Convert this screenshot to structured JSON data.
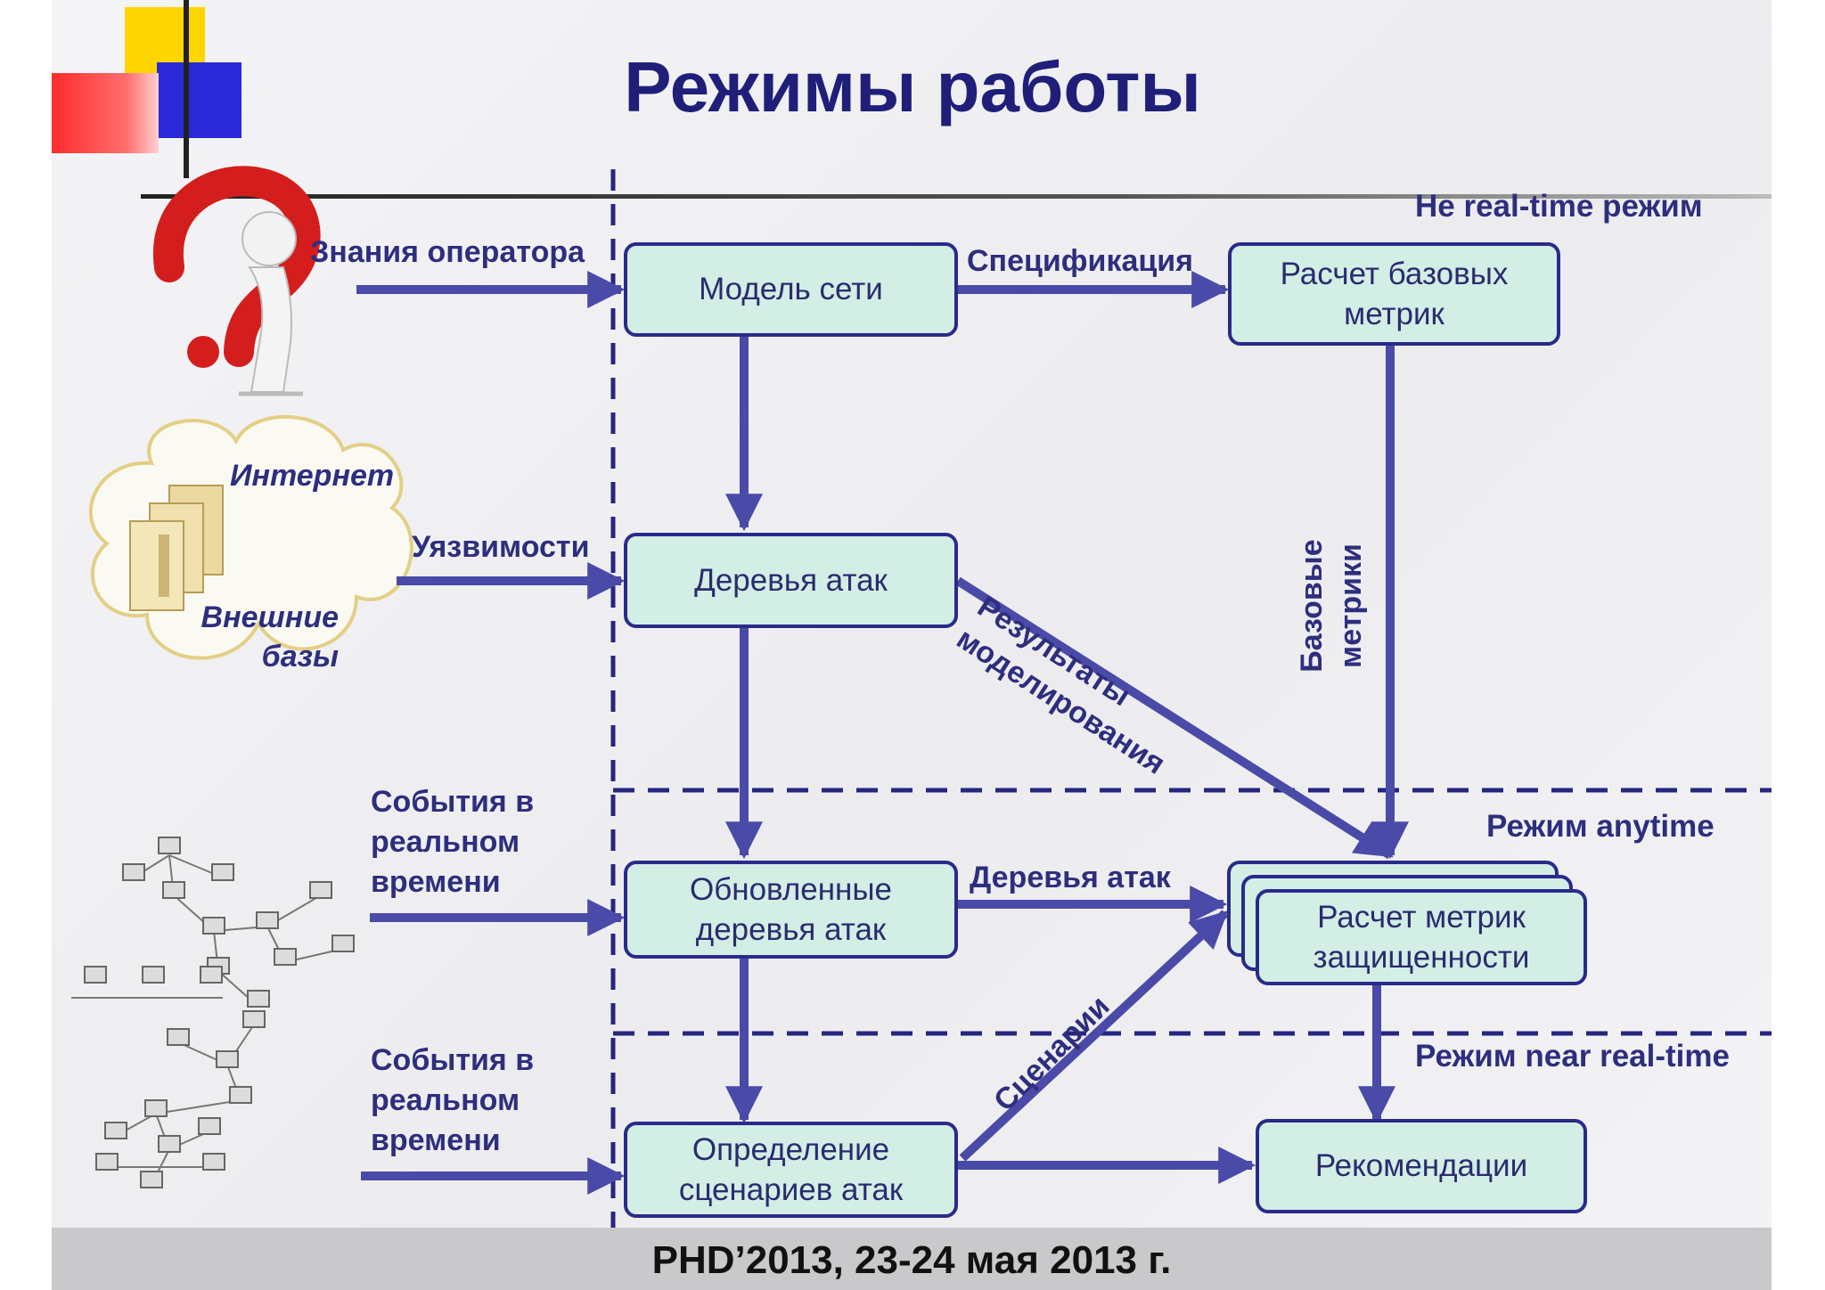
{
  "title": "Режимы работы",
  "footer": "PHD’2013, 23-24 мая 2013 г.",
  "zones": {
    "non_realtime": "Не real-time режим",
    "anytime": "Режим anytime",
    "near_realtime": "Режим near real-time"
  },
  "boxes": {
    "network_model": "Модель сети",
    "base_metrics_calc": "Расчет базовых метрик",
    "attack_trees": "Деревья атак",
    "updated_trees": "Обновленные деревья атак",
    "security_metrics": "Расчет метрик защищенности",
    "scenario_detection": "Определение сценариев атак",
    "recommendations": "Рекомендации"
  },
  "labels": {
    "operator_knowledge": "Знания оператора",
    "specification": "Спецификация",
    "internet": "Интернет",
    "vulnerabilities": "Уязвимости",
    "external_bases": "Внешние базы",
    "modeling_results": "Результаты моделирования",
    "base_metrics": "Базовые метрики",
    "realtime_events_1": "События в реальном времени",
    "realtime_events_2": "События в реальном времени",
    "attack_trees_arrow": "Деревья атак",
    "scenarios": "Сценарии"
  },
  "colors": {
    "title": "#1f1f7a",
    "box_fill": "#d2eee5",
    "box_border": "#2a2a8a",
    "arrow": "#4a4aa8",
    "label": "#2e2e7e"
  }
}
